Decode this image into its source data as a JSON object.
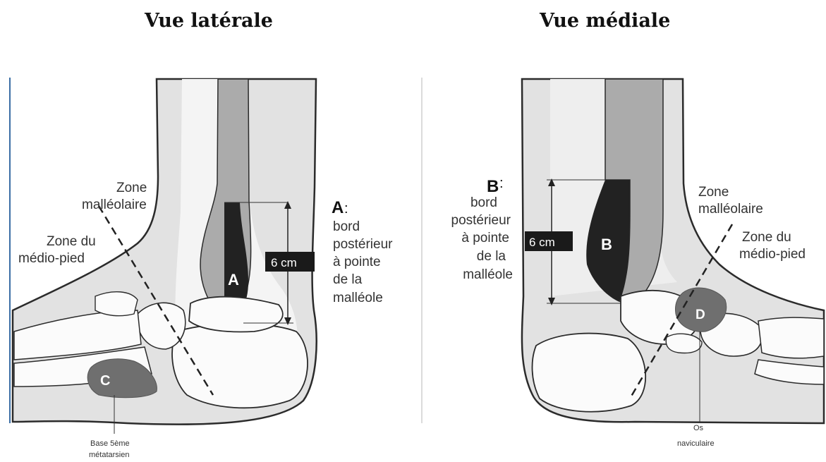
{
  "titles": {
    "left": "Vue latérale",
    "right": "Vue médiale"
  },
  "lateral": {
    "zone_malleolaire": [
      "Zone",
      "malléolaire"
    ],
    "zone_medio_pied": [
      "Zone du",
      "médio-pied"
    ],
    "marker_a": "A",
    "marker_c": "C",
    "measure": "6 cm",
    "legend_letter": "A",
    "legend_colon": ":",
    "legend_lines": [
      "bord",
      "postérieur",
      "à pointe",
      "de la",
      "malléole"
    ],
    "base_label": [
      "Base 5ème",
      "métatarsien"
    ]
  },
  "medial": {
    "legend_letter": "B",
    "legend_colon": ":",
    "legend_lines": [
      "bord",
      "postérieur",
      "à pointe",
      "de la",
      "malléole"
    ],
    "measure": "6 cm",
    "marker_b": "B",
    "marker_d": "D",
    "zone_malleolaire": [
      "Zone",
      "malléolaire"
    ],
    "zone_medio_pied": [
      "Zone du",
      "médio-pied"
    ],
    "os_label": [
      "Os",
      "naviculaire"
    ]
  },
  "colors": {
    "skin": "#e2e2e2",
    "bone_gray": "#ababab",
    "zone_dark": "#222222",
    "zone_mid": "#6f6f6f",
    "outline": "#2b2b2b"
  }
}
